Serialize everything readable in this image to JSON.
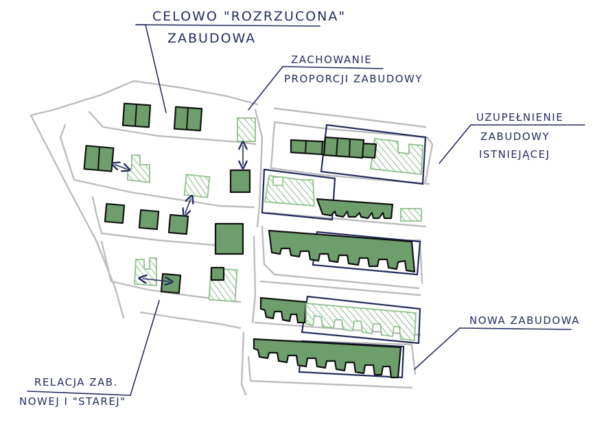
{
  "labels": {
    "scattered_line1": "CELOWO \"ROZRZUCONA\"",
    "scattered_line2": "ZABUDOWA",
    "proportion_line1": "ZACHOWANIE",
    "proportion_line2": "PROPORCJI ZABUDOWY",
    "infill_line1": "UZUPEŁNIENIE",
    "infill_line2": "ZABUDOWY",
    "infill_line3": "ISTNIEJĄCEJ",
    "new_line1": "NOWA ZABUDOWA",
    "relation_line1": "RELACJA ZAB.",
    "relation_line2": "NOWEJ I \"STAREJ\""
  },
  "colors": {
    "ink": "#232c5e",
    "existing_fill": "#6d9e6c",
    "new_hatch": "#8cc08a",
    "road": "#bcbcbc"
  }
}
